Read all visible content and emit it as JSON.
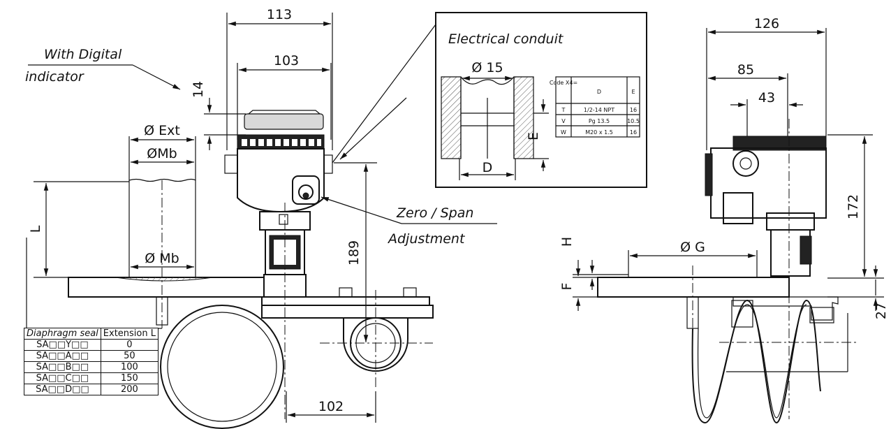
{
  "labels": {
    "with_digital_indicator_1": "With Digital",
    "with_digital_indicator_2": "indicator",
    "electrical_conduit": "Electrical conduit",
    "zero_span_1": "Zero / Span",
    "zero_span_2": "Adjustment"
  },
  "dimensions": {
    "d113": "113",
    "d103": "103",
    "d14": "14",
    "d189": "189",
    "d102": "102",
    "ext": "Ø Ext",
    "mb_top": "ØMb",
    "mb_bottom": "Ø Mb",
    "L": "L",
    "d126": "126",
    "d85": "85",
    "d43": "43",
    "d172": "172",
    "d27": "27",
    "G": "Ø G",
    "H": "H",
    "F": "F",
    "phi15": "Ø 15",
    "D": "D",
    "E": "E"
  },
  "conduit_table": {
    "headers": [
      "Code X4=",
      "D",
      "E"
    ],
    "rows": [
      [
        "T",
        "1/2-14 NPT",
        "16"
      ],
      [
        "V",
        "Pg 13.5",
        "10.5"
      ],
      [
        "W",
        "M20 x 1.5",
        "16"
      ]
    ]
  },
  "extension_table": {
    "headers": [
      "Diaphragm seal",
      "Extension L"
    ],
    "rows": [
      [
        "SA□□Y□□",
        "0"
      ],
      [
        "SA□□A□□",
        "50"
      ],
      [
        "SA□□B□□",
        "100"
      ],
      [
        "SA□□C□□",
        "150"
      ],
      [
        "SA□□D□□",
        "200"
      ]
    ]
  }
}
